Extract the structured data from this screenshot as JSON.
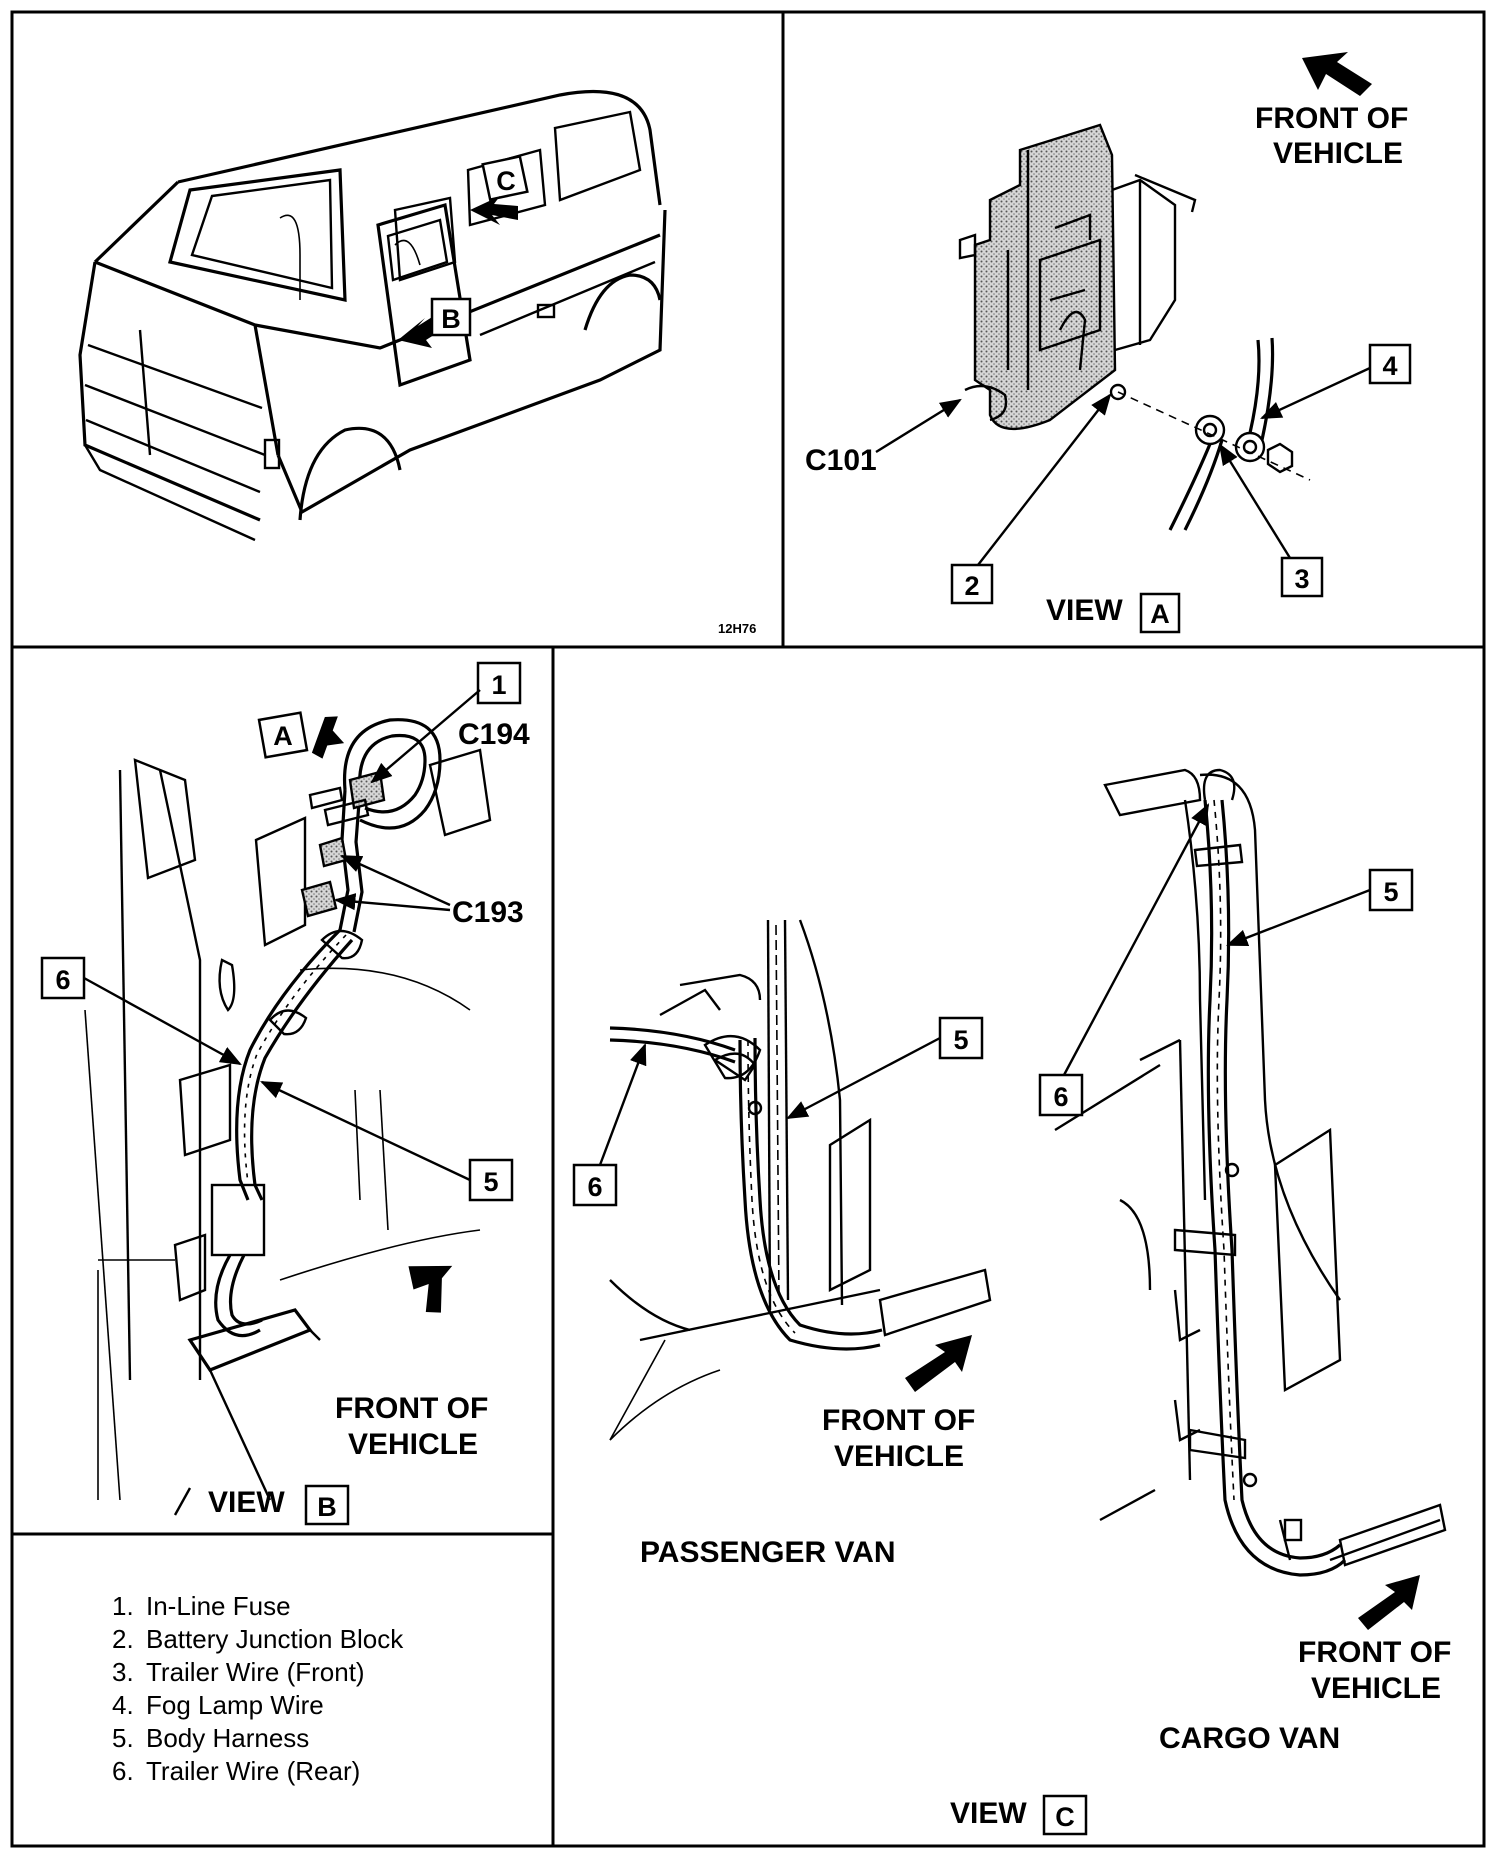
{
  "diagram_code": "12H76",
  "front_of_vehicle_line1": "FRONT OF",
  "front_of_vehicle_line2": "VEHICLE",
  "view_word": "VIEW",
  "view_a": "A",
  "view_b": "B",
  "view_c": "C",
  "car_callouts": {
    "b": "B",
    "c": "C"
  },
  "connectors": {
    "c101": "C101",
    "c193": "C193",
    "c194": "C194"
  },
  "callout_numbers": {
    "n1": "1",
    "n2": "2",
    "n3": "3",
    "n4": "4",
    "n5": "5",
    "n6": "6"
  },
  "passenger_van": "PASSENGER VAN",
  "cargo_van": "CARGO VAN",
  "legend": [
    {
      "num": "1.",
      "text": "In-Line Fuse"
    },
    {
      "num": "2.",
      "text": "Battery Junction Block"
    },
    {
      "num": "3.",
      "text": "Trailer Wire (Front)"
    },
    {
      "num": "4.",
      "text": "Fog Lamp Wire"
    },
    {
      "num": "5.",
      "text": "Body Harness"
    },
    {
      "num": "6.",
      "text": "Trailer Wire (Rear)"
    }
  ]
}
